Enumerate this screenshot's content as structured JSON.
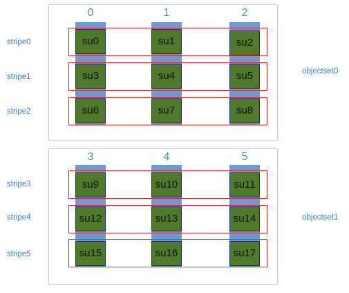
{
  "objectsets": [
    {
      "label": "objectset0",
      "columns": [
        "0",
        "1",
        "2"
      ],
      "stripes": [
        {
          "label": "stripe0",
          "units": [
            "su0",
            "su1",
            "su2"
          ]
        },
        {
          "label": "stripe1",
          "units": [
            "su3",
            "su4",
            "su5"
          ]
        },
        {
          "label": "stripe2",
          "units": [
            "su6",
            "su7",
            "su8"
          ]
        }
      ]
    },
    {
      "label": "objectset1",
      "columns": [
        "3",
        "4",
        "5"
      ],
      "stripes": [
        {
          "label": "stripe3",
          "units": [
            "su9",
            "su10",
            "su11"
          ]
        },
        {
          "label": "stripe4",
          "units": [
            "su12",
            "su13",
            "su14"
          ]
        },
        {
          "label": "stripe5",
          "units": [
            "su15",
            "su16",
            "su17"
          ]
        }
      ]
    }
  ],
  "colors": {
    "unit_fill": "#4f7a2c",
    "unit_border": "#1f2a7a",
    "column_bar": "#6c9bd2",
    "stripe_border": "#e0262e",
    "label_text": "#3a7fc4",
    "frame_border": "#c9d3df"
  }
}
